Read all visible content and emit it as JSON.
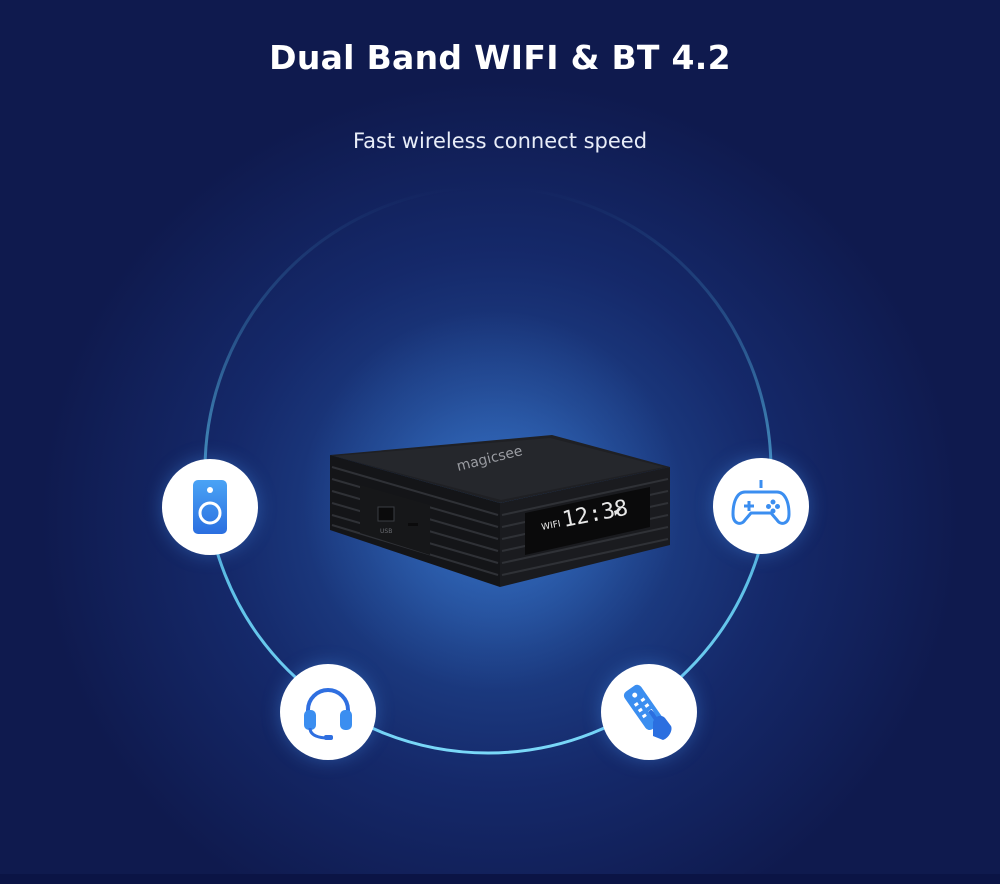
{
  "header": {
    "title": "Dual Band WIFI & BT 4.2",
    "subtitle": "Fast wireless connect speed"
  },
  "device": {
    "brand": "magicsee",
    "display_label": "WIFI",
    "display_time": "12:38",
    "port_label": "USB"
  },
  "icons": [
    {
      "name": "speaker-icon"
    },
    {
      "name": "gamepad-icon"
    },
    {
      "name": "headset-icon"
    },
    {
      "name": "remote-control-icon"
    }
  ],
  "colors": {
    "background": "#15296a",
    "orbit": "#5cc8f0",
    "icon_blue": "#3b8ef0",
    "icon_badge": "#ffffff"
  }
}
